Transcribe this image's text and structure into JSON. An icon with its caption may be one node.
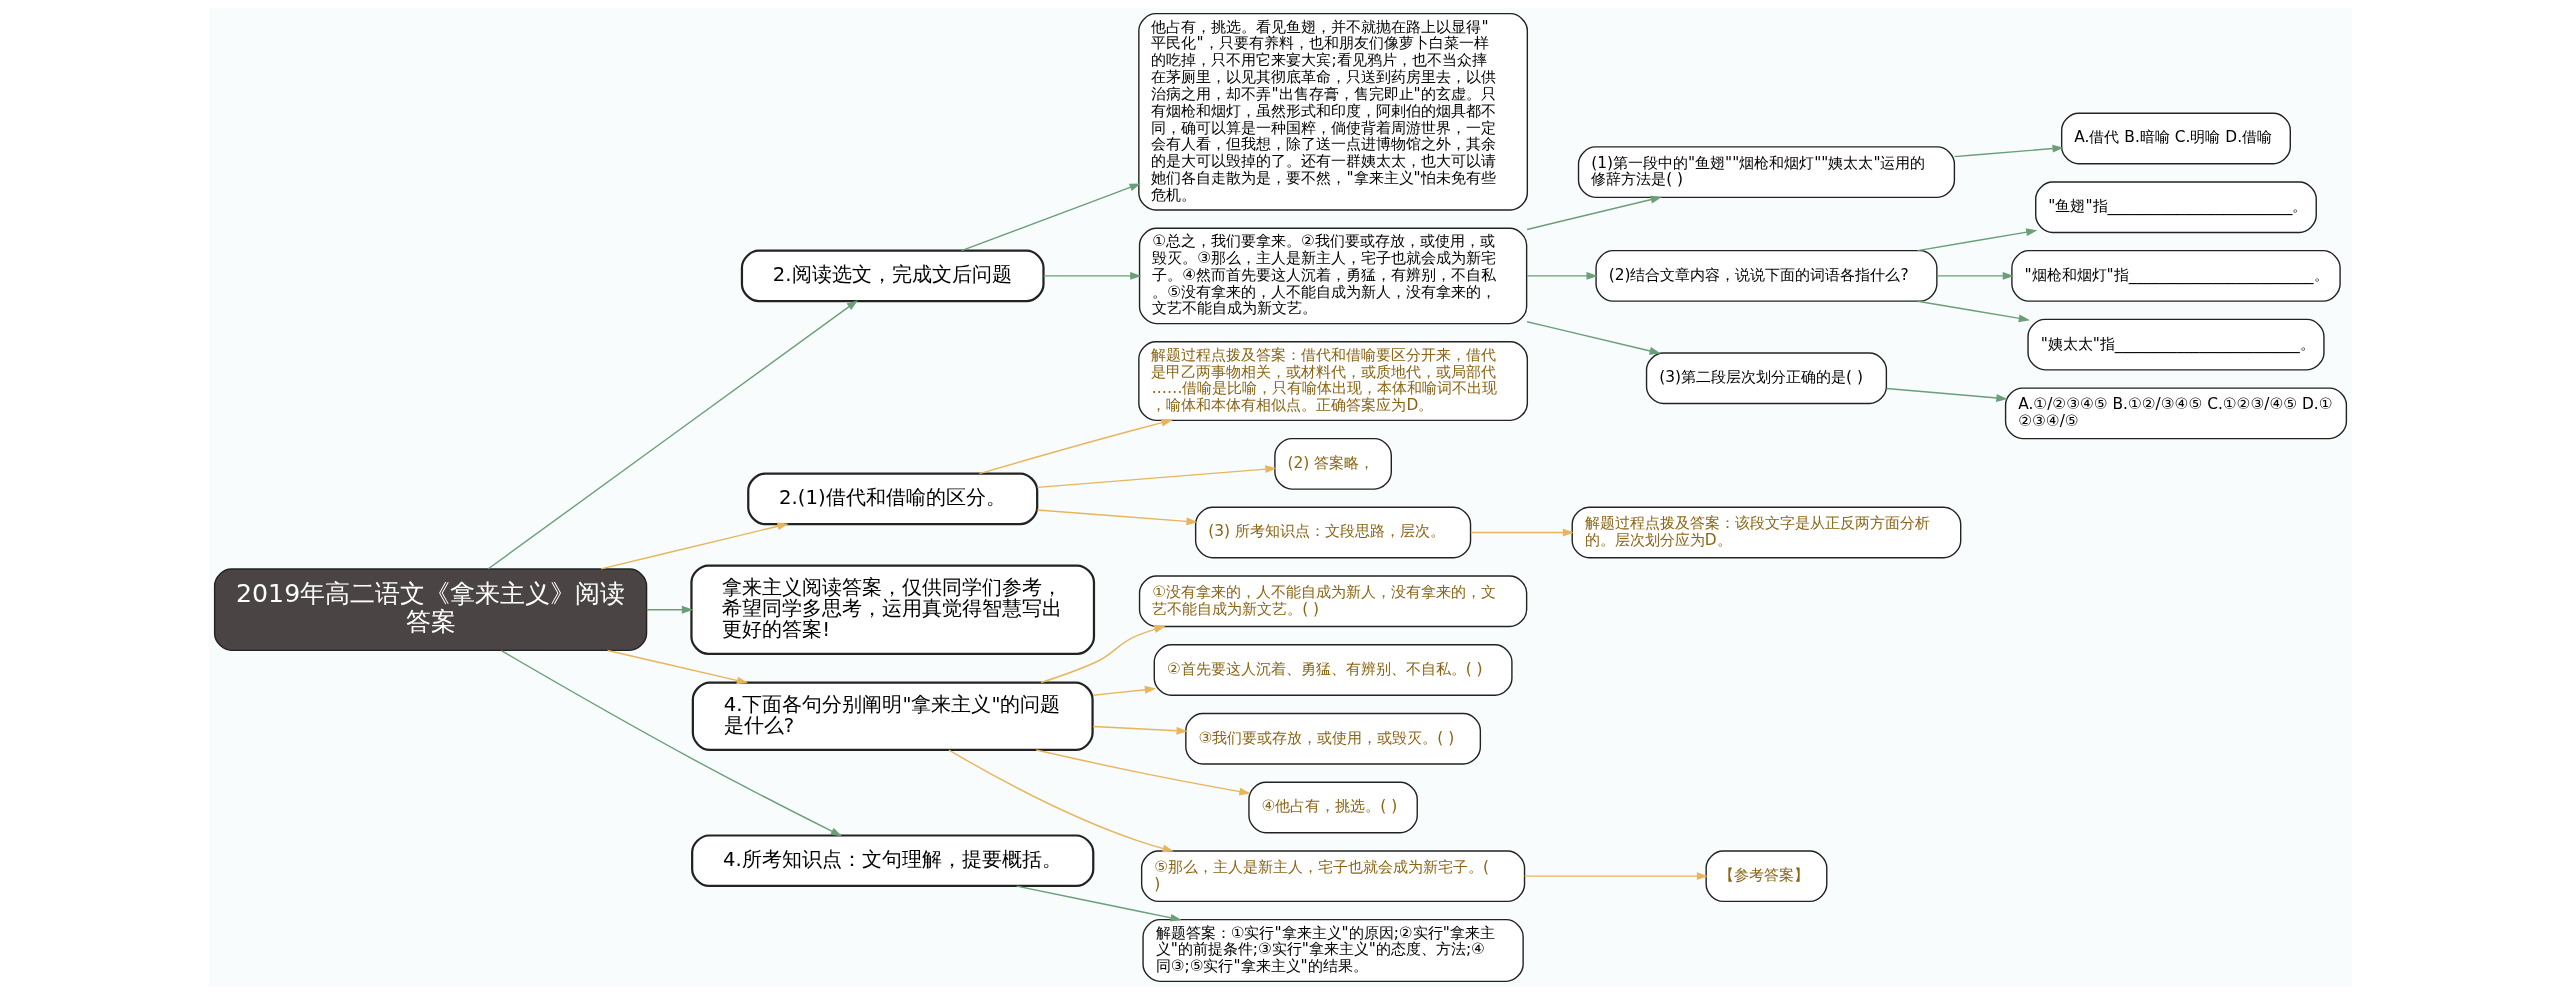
{
  "diagram": {
    "nodes": [
      {
        "text": [
          "2019年高二语文《拿来主义》阅读答案"
        ]
      },
      {
        "text": [
          "2.阅读选文，完成文后问题"
        ]
      },
      {
        "text": [
          "他占有，挑选。看见鱼翅，并不就抛在路上以显得\"平民化\"，只要有养料，也和朋友们像萝卜白菜一样的吃掉，只不用它来宴大宾;看见鸦片，也不当众摔在茅厕里，以见其彻底革命，只送到药房里去，以供治病之用，却不弄\"出售存膏，售完即止\"的玄虚。只有烟枪和烟灯，虽然形式和印度，阿剌伯的烟具都不同，确可以算是一种国粹，倘使背着周游世界，一定会有人看，但我想，除了送一点进博物馆之外，其余的是大可以毁掉的了。还有一群姨太太，也大可以请她们各自走散为是，要不然，\"拿来主义\"怕未免有些危机。"
        ]
      },
      {
        "text": [
          "①总之，我们要拿来。②我们要或存放，或使用，或毁灭。③那么，主人是新主人，宅子也就会成为新宅子。④然而首先要这人沉着，勇猛，有辨别，不自私。⑤没有拿来的，人不能自成为新人，没有拿来的，文艺不能自成为新文艺。"
        ]
      },
      {
        "text": [
          "(1)第一段中的\"鱼翅\"\"烟枪和烟灯\"\"姨太太\"运用的修辞方法是( )"
        ]
      },
      {
        "text": [
          "(2)结合文章内容，说说下面的词语各指什么?"
        ]
      },
      {
        "text": [
          "(3)第二段层次划分正确的是( )"
        ]
      },
      {
        "text": [
          "A.借代 B.暗喻 C.明喻 D.借喻"
        ]
      },
      {
        "text": [
          "\"鱼翅\"指________________________。"
        ]
      },
      {
        "text": [
          "\"烟枪和烟灯\"指________________________。"
        ]
      },
      {
        "text": [
          "\"姨太太\"指________________________。"
        ]
      },
      {
        "text": [
          "A.①/②③④⑤ B.①②/③④⑤ C.①②③/④⑤ D.①②③④/⑤"
        ]
      },
      {
        "text": [
          "2.(1)借代和借喻的区分。"
        ]
      },
      {
        "text": [
          "解题过程点拨及答案：借代和借喻要区分开来，借代是甲乙两事物相关，或材料代，或质地代，或局部代……借喻是比喻，只有喻体出现，本体和喻词不出现，喻体和本体有相似点。正确答案应为D。"
        ]
      },
      {
        "text": [
          "(2) 答案略，"
        ]
      },
      {
        "text": [
          "(3) 所考知识点：文段思路，层次。"
        ]
      },
      {
        "text": [
          "解题过程点拨及答案：该段文字是从正反两方面分析的。层次划分应为D。"
        ]
      },
      {
        "text": [
          "拿来主义阅读答案，仅供同学们参考，希望同学多思考，运用真觉得智慧写出更好的答案!"
        ]
      },
      {
        "text": [
          "4.下面各句分别阐明\"拿来主义\"的问题是什么?"
        ]
      },
      {
        "text": [
          "①没有拿来的，人不能自成为新人，没有拿来的，文艺不能自成为新文艺。( )"
        ]
      },
      {
        "text": [
          "②首先要这人沉着、勇猛、有辨别、不自私。( )"
        ]
      },
      {
        "text": [
          "③我们要或存放，或使用，或毁灭。( )"
        ]
      },
      {
        "text": [
          "④他占有，挑选。( )"
        ]
      },
      {
        "text": [
          "⑤那么，主人是新主人，宅子也就会成为新宅子。( )"
        ]
      },
      {
        "text": [
          "【参考答案】"
        ]
      },
      {
        "text": [
          "4.所考知识点：文句理解，提要概括。"
        ]
      },
      {
        "text": [
          "解题答案：①实行\"拿来主义\"的原因;②实行\"拿来主义\"的前提条件;③实行\"拿来主义\"的态度、方法;④同③;⑤实行\"拿来主义\"的结果。"
        ]
      }
    ],
    "edges": [
      {
        "from": 0,
        "to": 1,
        "arrow": "to"
      },
      {
        "from": 1,
        "to": 2,
        "arrow": "to"
      },
      {
        "from": 1,
        "to": 3,
        "arrow": "to"
      },
      {
        "from": 3,
        "to": 4,
        "arrow": "to"
      },
      {
        "from": 3,
        "to": 5,
        "arrow": "to"
      },
      {
        "from": 3,
        "to": 6,
        "arrow": "to"
      },
      {
        "from": 4,
        "to": 7,
        "arrow": "to"
      },
      {
        "from": 5,
        "to": 8,
        "arrow": "to"
      },
      {
        "from": 5,
        "to": 9,
        "arrow": "to"
      },
      {
        "from": 5,
        "to": 10,
        "arrow": "to"
      },
      {
        "from": 6,
        "to": 11,
        "arrow": "to"
      },
      {
        "from": 0,
        "to": 12,
        "arrow": "to",
        "color": "#e8b55c"
      },
      {
        "from": 12,
        "to": 13,
        "arrow": "to",
        "color": "#e8b55c"
      },
      {
        "from": 12,
        "to": 14,
        "arrow": "to",
        "color": "#e8b55c"
      },
      {
        "from": 12,
        "to": 15,
        "arrow": "to",
        "color": "#e8b55c"
      },
      {
        "from": 15,
        "to": 16,
        "arrow": "to",
        "color": "#e8b55c"
      },
      {
        "from": 0,
        "to": 17,
        "arrow": "to"
      },
      {
        "from": 0,
        "to": 18,
        "arrow": "to",
        "color": "#e8b55c"
      },
      {
        "from": 18,
        "to": 19,
        "arrow": "to",
        "color": "#e8b55c"
      },
      {
        "from": 18,
        "to": 20,
        "arrow": "to",
        "color": "#e8b55c"
      },
      {
        "from": 18,
        "to": 21,
        "arrow": "to",
        "color": "#e8b55c"
      },
      {
        "from": 18,
        "to": 22,
        "arrow": "to",
        "color": "#e8b55c"
      },
      {
        "from": 18,
        "to": 23,
        "arrow": "to",
        "color": "#e8b55c"
      },
      {
        "from": 23,
        "to": 24,
        "arrow": "to",
        "color": "#e8b55c"
      },
      {
        "from": 0,
        "to": 25,
        "arrow": "to"
      },
      {
        "from": 25,
        "to": 26,
        "arrow": "to"
      }
    ]
  }
}
